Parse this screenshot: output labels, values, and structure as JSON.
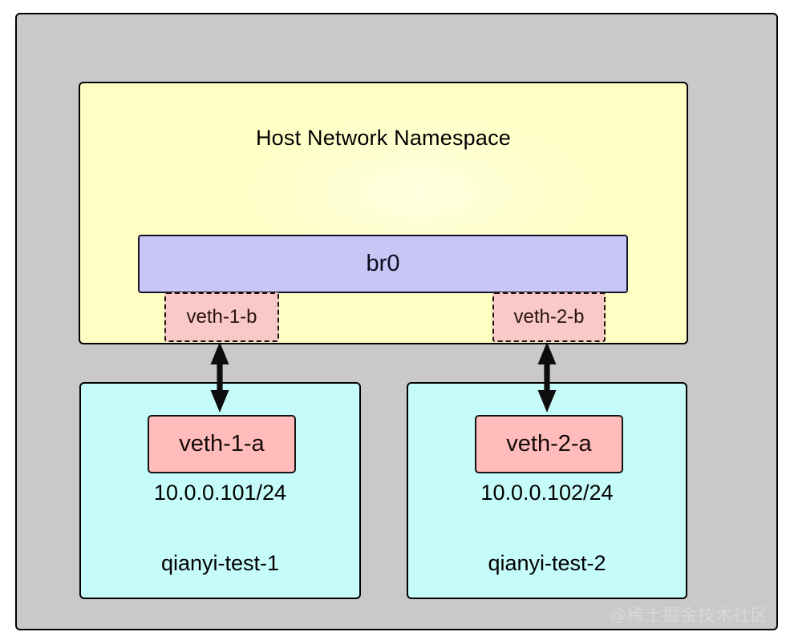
{
  "title": "Host Network Namespace",
  "bridge": {
    "label": "br0"
  },
  "host_ports": [
    {
      "label": "veth-1-b"
    },
    {
      "label": "veth-2-b"
    }
  ],
  "namespaces": [
    {
      "veth": "veth-1-a",
      "ip": "10.0.0.101/24",
      "name": "qianyi-test-1"
    },
    {
      "veth": "veth-2-a",
      "ip": "10.0.0.102/24",
      "name": "qianyi-test-2"
    }
  ],
  "watermark": "@稀土掘金技术社区",
  "colors": {
    "page_background": "#ffffff",
    "host_machine_fill": "#c9c9c9",
    "host_namespace_fill": "#ffffc4",
    "bridge_fill": "#c8c6f4",
    "veth_port_fill": "#f8c9c7",
    "veth_interface_fill": "#ffbcba",
    "container_namespace_fill": "#c5fbf9",
    "border": "#000000",
    "arrow": "#0d0d0d",
    "watermark_text": "#d8d8d8"
  }
}
